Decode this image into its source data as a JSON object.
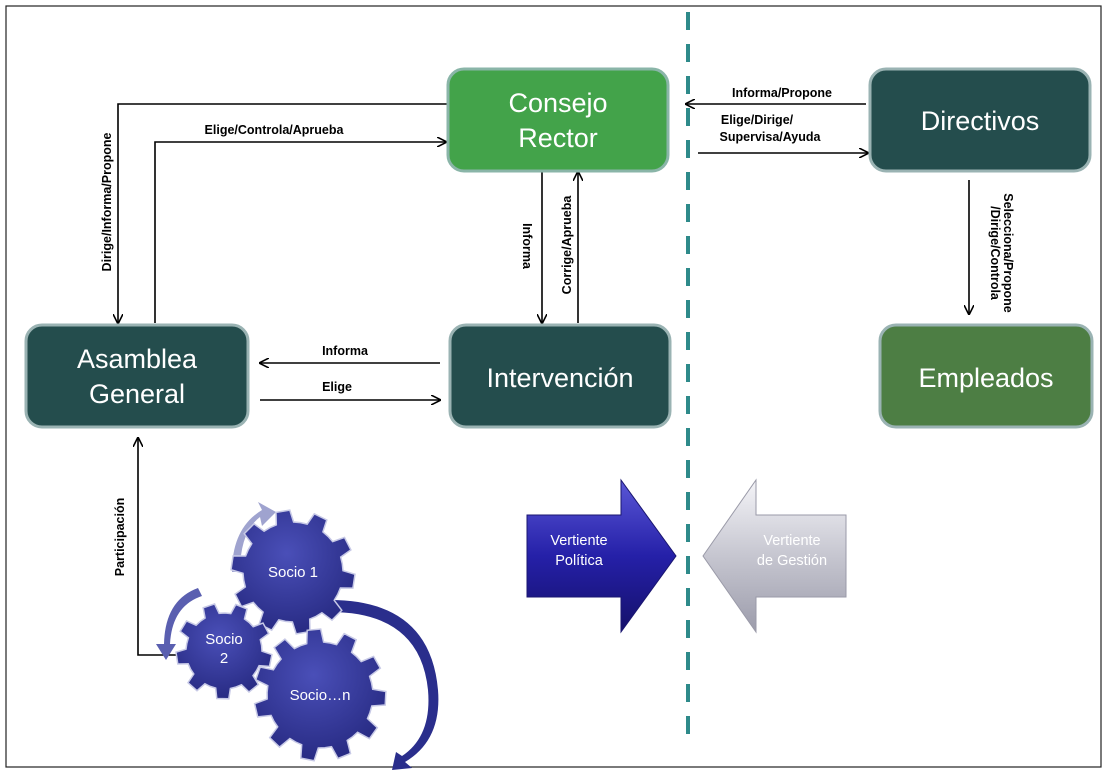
{
  "colors": {
    "dark_box": "#244d4d",
    "green_box": "#43a34a",
    "empleados_box": "#4d7e44",
    "box_border": "#9ab3b3",
    "divider": "#2e8a8a",
    "gear": "#2a2e8c",
    "arrow_politica": "#1f1b8e",
    "arrow_gestion": "#b9b9c4"
  },
  "nodes": {
    "consejo_rector": [
      "Consejo",
      "Rector"
    ],
    "directivos": "Directivos",
    "asamblea_general": [
      "Asamblea",
      "General"
    ],
    "intervencion": "Intervención",
    "empleados": "Empleados"
  },
  "edges": {
    "dirige_informa_propone": "Dirige/Informa/Propone",
    "elige_controla_aprueba": "Elige/Controla/Aprueba",
    "informa_down": "Informa",
    "corrige_aprueba": "Corrige/Aprueba",
    "informa_left": "Informa",
    "elige_right": "Elige",
    "informa_propone": "Informa/Propone",
    "elige_dirige_supervisa": [
      "Elige/Dirige/",
      "Supervisa/Ayuda"
    ],
    "selecciona": [
      "Selecciona/Propone",
      "/Dirige/Controla"
    ],
    "participacion": "Participación"
  },
  "gears": {
    "socio1": "Socio 1",
    "socio2": [
      "Socio",
      "2"
    ],
    "socion": "Socio…n"
  },
  "big_arrows": {
    "politica": [
      "Vertiente",
      "Política"
    ],
    "gestion": [
      "Vertiente",
      "de Gestión"
    ]
  }
}
